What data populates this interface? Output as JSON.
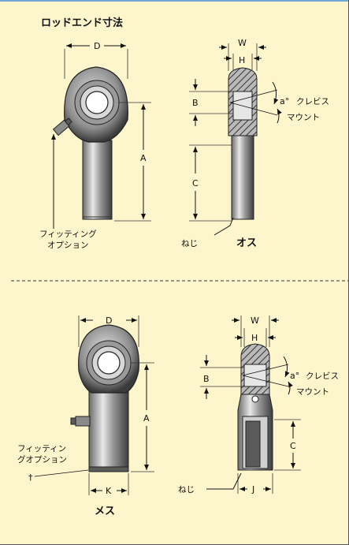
{
  "title": "ロッドエンド寸法",
  "dimensions": {
    "D": "D",
    "W": "W",
    "H": "H",
    "A": "A",
    "B": "B",
    "C": "C",
    "K": "K",
    "J": "J",
    "angle": "a°"
  },
  "labels": {
    "clevis": "クレビス",
    "mount": "マウント",
    "fitting_line1": "フィッティング",
    "fitting_line2": "オプション",
    "fitting_female_line1": "フィッティン",
    "fitting_female_line2": "グオプション",
    "thread": "ねじ",
    "dagger": "†"
  },
  "captions": {
    "male": "オス",
    "female": "メス"
  },
  "colors": {
    "background": "#fdf6cd",
    "accent_line": "#6fa6d4",
    "ink": "#111111"
  }
}
